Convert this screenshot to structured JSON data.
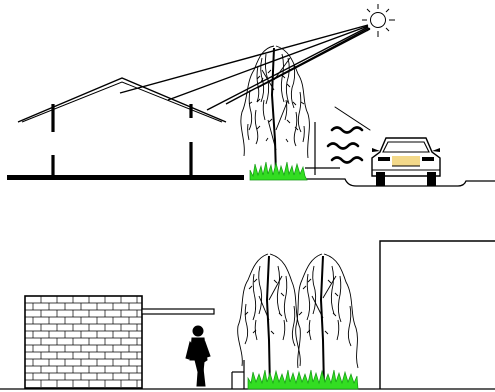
{
  "scenes": {
    "top": {
      "description_key": "house-sun-trees-car",
      "elements": [
        "house",
        "sun",
        "sun-rays",
        "weeping-tree",
        "grass",
        "heat-waves",
        "car"
      ]
    },
    "bottom": {
      "description_key": "brick-wall-person-trees-building",
      "elements": [
        "brick-wall",
        "canopy",
        "person",
        "weeping-trees",
        "grass",
        "building"
      ]
    }
  },
  "icons": {
    "sun": "sun-icon",
    "car": "car-icon",
    "person": "person-icon",
    "tree": "weeping-tree-icon",
    "wall": "brick-wall-icon"
  },
  "colors": {
    "ink": "#000000",
    "grass": "#33dd22",
    "grass_dark": "#119911",
    "headlight": "#f3d98a",
    "background": "#ffffff"
  }
}
